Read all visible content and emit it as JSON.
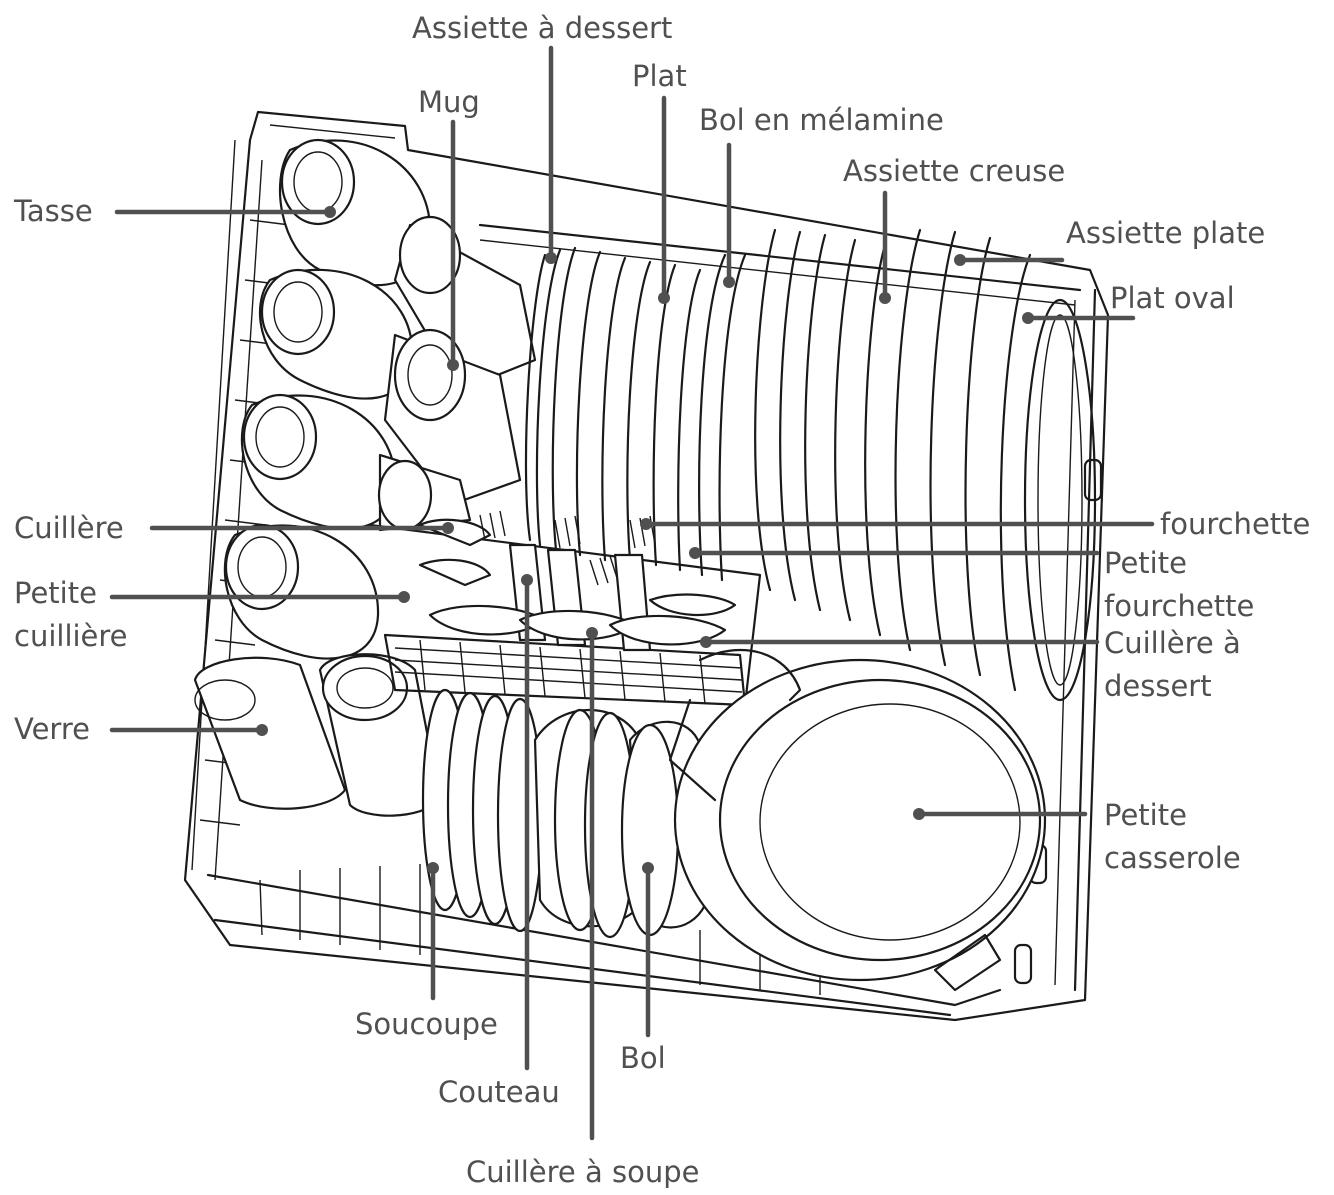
{
  "labels": {
    "assiette_dessert": "Assiette à dessert",
    "mug": "Mug",
    "plat": "Plat",
    "bol_melamine": "Bol en mélamine",
    "assiette_creuse": "Assiette creuse",
    "assiette_plate": "Assiette plate",
    "plat_oval": "Plat oval",
    "tasse": "Tasse",
    "cuillere": "Cuillère",
    "fourchette": "fourchette",
    "petite_fourchette_1": "Petite",
    "petite_fourchette_2": "fourchette",
    "petite_cuilliere_1": "Petite",
    "petite_cuilliere_2": "cuillière",
    "cuillere_dessert_1": "Cuillère à",
    "cuillere_dessert_2": "dessert",
    "verre": "Verre",
    "petite_casserole_1": "Petite",
    "petite_casserole_2": "casserole",
    "soucoupe": "Soucoupe",
    "bol": "Bol",
    "couteau": "Couteau",
    "cuillere_soupe": "Cuillère à soupe"
  },
  "colors": {
    "label_text": "#505050",
    "line_art": "#1a1a1a",
    "background": "#ffffff"
  }
}
